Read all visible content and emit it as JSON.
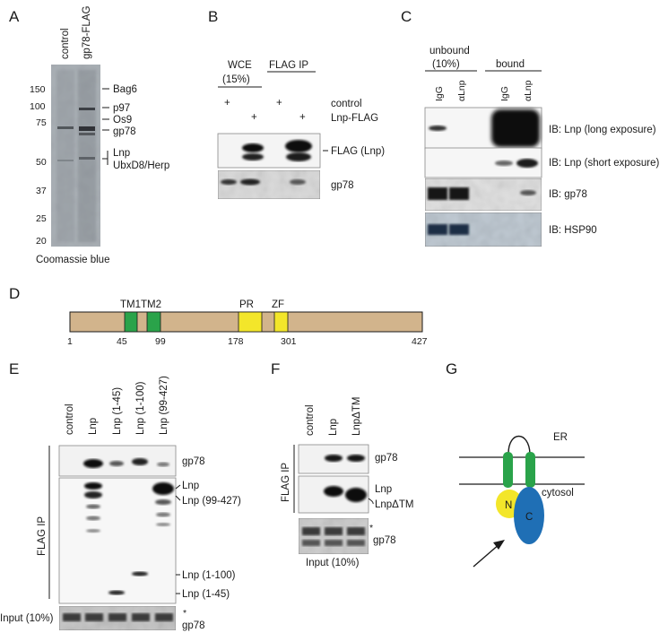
{
  "panels": {
    "a": {
      "letter": "A",
      "lanes": [
        "control",
        "gp78-FLAG"
      ],
      "markers": [
        "150",
        "100",
        "75",
        "50",
        "37",
        "25",
        "20"
      ],
      "bands": [
        "Bag6",
        "p97",
        "Os9",
        "gp78",
        "Lnp",
        "UbxD8/Herp"
      ],
      "caption": "Coomassie blue"
    },
    "b": {
      "letter": "B",
      "group1": "WCE",
      "group1_sub": "(15%)",
      "group2": "FLAG IP",
      "plus": "+",
      "rows": [
        "control",
        "Lnp-FLAG"
      ],
      "blots": [
        "FLAG (Lnp)",
        "gp78"
      ]
    },
    "c": {
      "letter": "C",
      "group1": "unbound",
      "group1_sub": "(10%)",
      "group2": "bound",
      "lanes": [
        "IgG",
        "αLnp",
        "IgG",
        "αLnp"
      ],
      "blots": [
        "IB: Lnp (long exposure)",
        "IB: Lnp (short exposure)",
        "IB: gp78",
        "IB: HSP90"
      ]
    },
    "d": {
      "letter": "D",
      "domains": [
        "TM1",
        "TM2",
        "PR",
        "ZF"
      ],
      "positions": [
        "1",
        "45",
        "99",
        "178",
        "301",
        "427"
      ]
    },
    "e": {
      "letter": "E",
      "lanes": [
        "control",
        "Lnp",
        "Lnp (1-45)",
        "Lnp (1-100)",
        "Lnp (99-427)"
      ],
      "side": "FLAG IP",
      "blots": [
        "gp78",
        "Lnp",
        "Lnp (99-427)",
        "Lnp (1-100)",
        "Lnp (1-45)"
      ],
      "input": "Input (10%)",
      "asterisk": "*",
      "input_band": "gp78"
    },
    "f": {
      "letter": "F",
      "lanes": [
        "control",
        "Lnp",
        "LnpΔTM"
      ],
      "side": "FLAG IP",
      "blots": [
        "gp78",
        "Lnp",
        "LnpΔTM"
      ],
      "asterisk": "*",
      "input_band": "gp78",
      "input": "Input (10%)"
    },
    "g": {
      "letter": "G",
      "er": "ER",
      "cytosol": "cytosol",
      "n": "N",
      "c": "C"
    }
  }
}
